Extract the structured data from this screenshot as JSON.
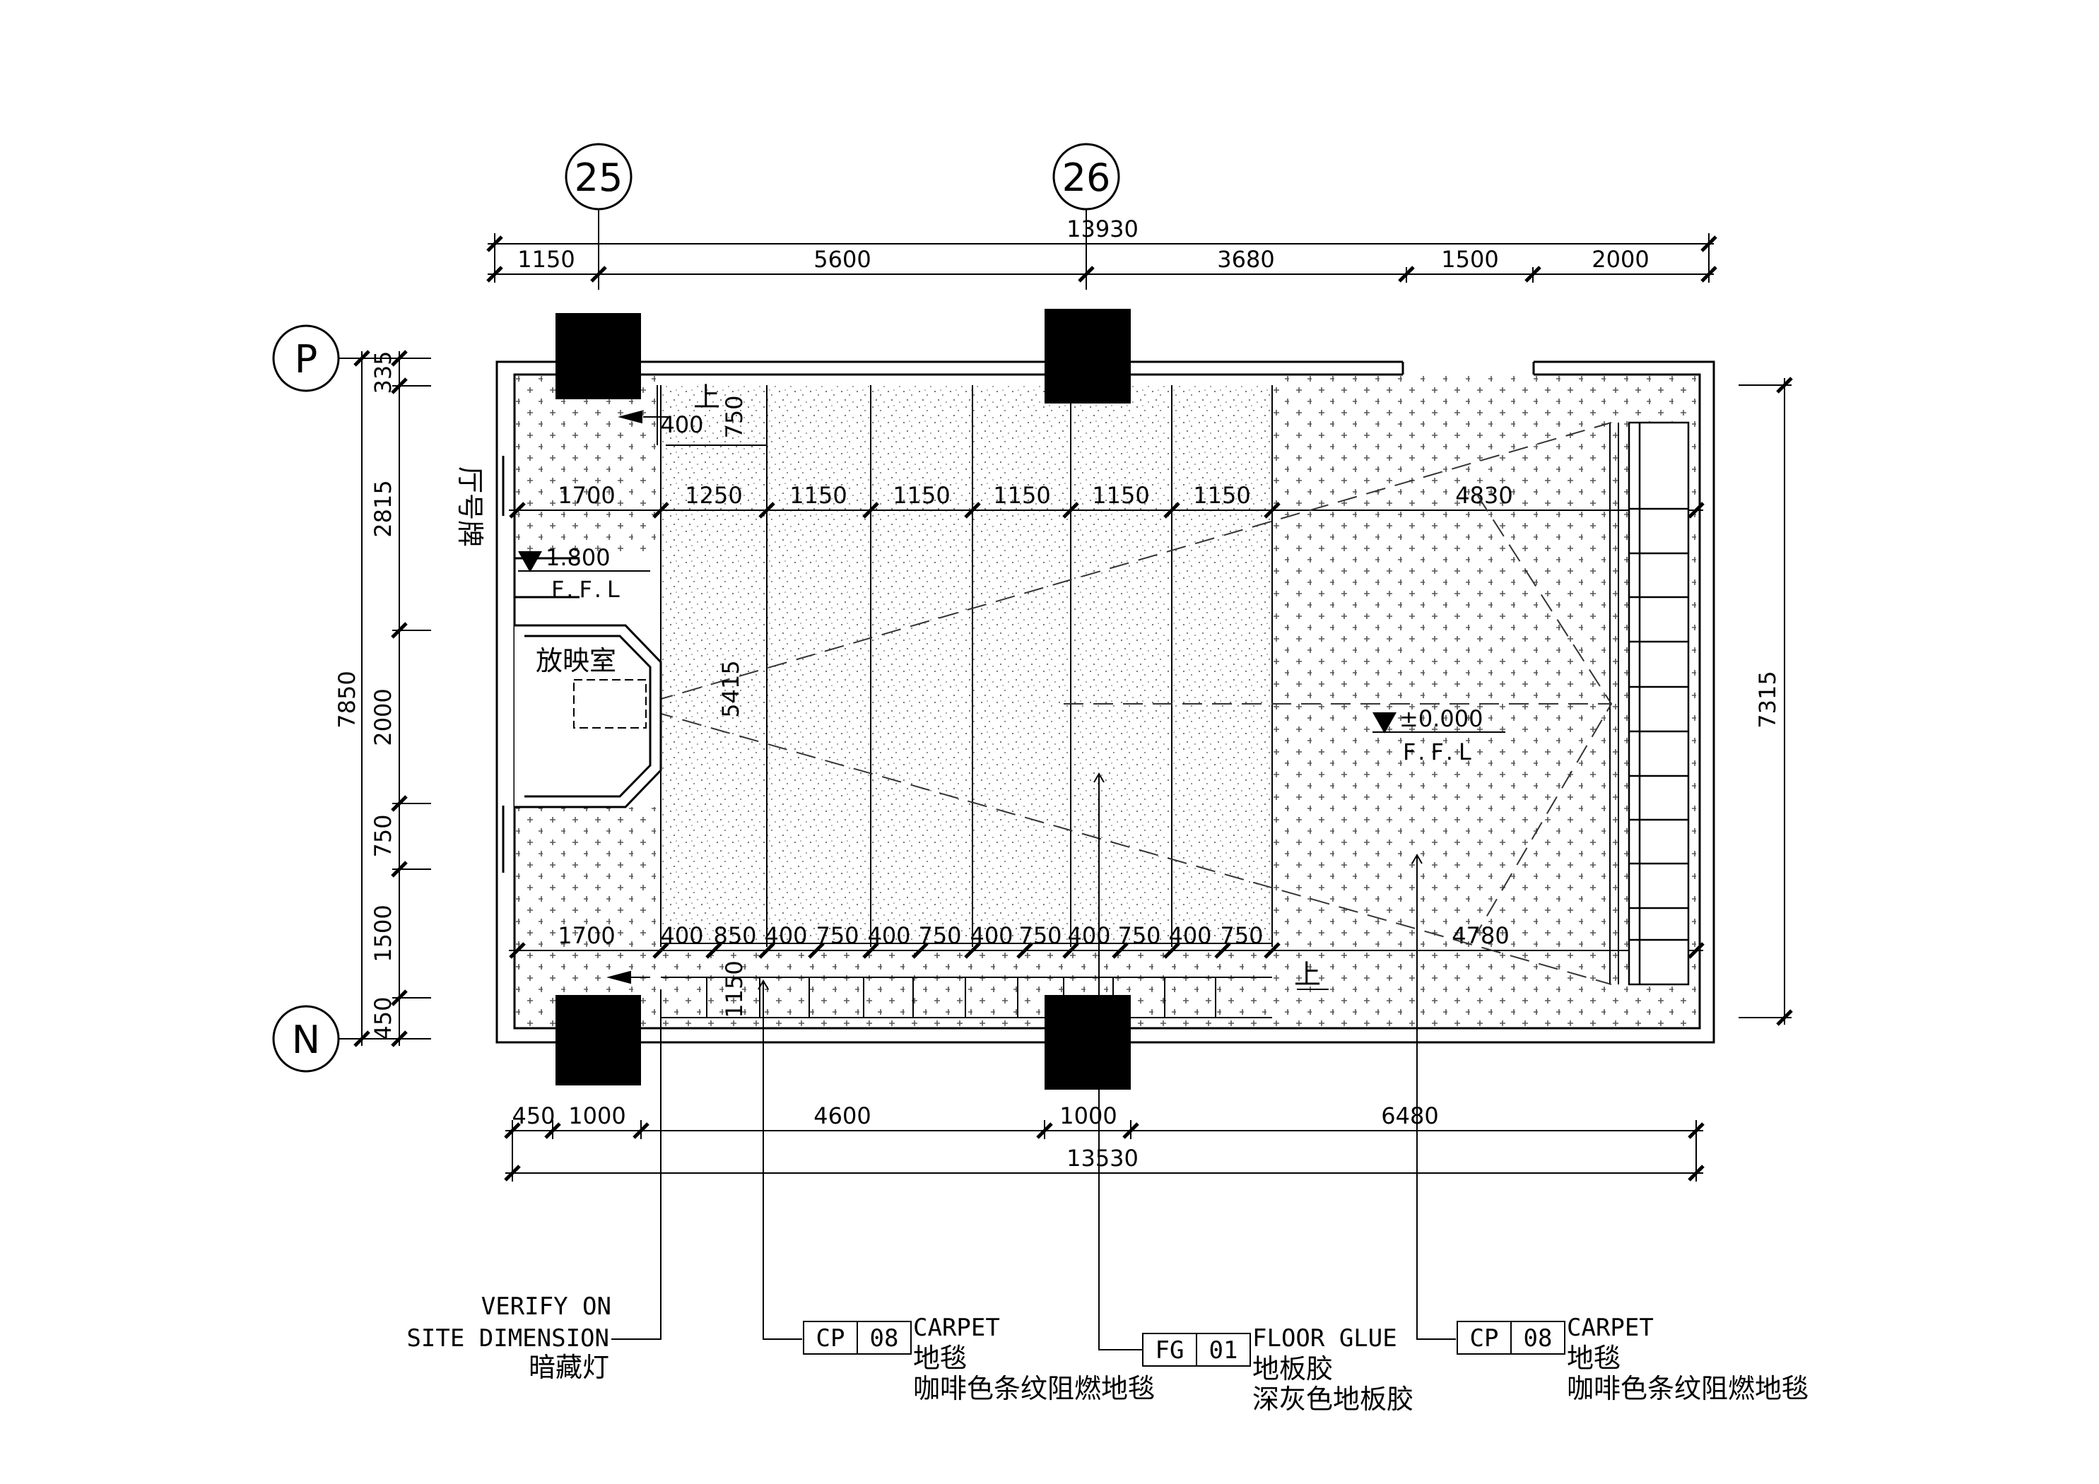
{
  "grid_labels": {
    "col_25": "25",
    "col_26": "26",
    "row_p": "P",
    "row_n": "N"
  },
  "dimensions": {
    "top_total": "13930",
    "top_segments": [
      "1150",
      "5600",
      "3680",
      "1500",
      "2000"
    ],
    "bottom_segments": [
      "450",
      "1000",
      "4600",
      "1000",
      "6480"
    ],
    "bottom_total": "13530",
    "left_total": "7850",
    "left_segments": [
      "335",
      "2815",
      "2000",
      "750",
      "1500",
      "450"
    ],
    "right_total": "7315",
    "upper_row": [
      "1700",
      "1250",
      "1150",
      "1150",
      "1150",
      "1150",
      "1150",
      "4830"
    ],
    "lower_row": [
      "1700",
      "400",
      "850",
      "400",
      "750",
      "400",
      "750",
      "400",
      "750",
      "400",
      "750",
      "400",
      "750",
      "4780"
    ],
    "stair_width": "400",
    "stair_depth": "750",
    "room_depth": "5415",
    "step_depth": "1150"
  },
  "rooms": {
    "projection_room": "放映室",
    "hall_sign": "厅号牌",
    "up_mark": "上"
  },
  "levels": {
    "upper": {
      "value": "1.800",
      "ffl": "F.F.L"
    },
    "main": {
      "value": "±0.000",
      "ffl": "F.F.L"
    }
  },
  "notes": {
    "verify": [
      "VERIFY ON",
      "SITE DIMENSION",
      "暗藏灯"
    ],
    "cp08_left": {
      "code_a": "CP",
      "code_b": "08",
      "lines": [
        "CARPET",
        "地毯",
        "咖啡色条纹阻燃地毯"
      ]
    },
    "fg01": {
      "code_a": "FG",
      "code_b": "01",
      "lines": [
        "FLOOR GLUE",
        "地板胶",
        "深灰色地板胶"
      ]
    },
    "cp08_right": {
      "code_a": "CP",
      "code_b": "08",
      "lines": [
        "CARPET",
        "地毯",
        "咖啡色条纹阻燃地毯"
      ]
    }
  }
}
